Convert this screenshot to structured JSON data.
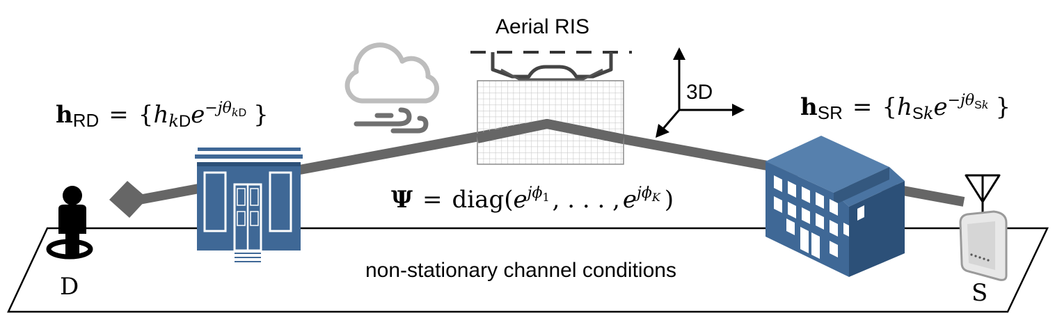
{
  "labels": {
    "aerial_ris": "Aerial RIS",
    "dimension": "3D",
    "destination": "D",
    "source": "S",
    "ground_caption": "non-stationary channel conditions"
  },
  "equations": {
    "h_rd": {
      "bold": "h",
      "sub": "RD",
      "equals": "=",
      "open": "{",
      "h": "h",
      "h_sub_k": "k",
      "h_sub_d": "D",
      "e": "e",
      "exp": "−jθ",
      "exp_sub_k": "k",
      "exp_sub_d": "D",
      "close": "}"
    },
    "h_sr": {
      "bold": "h",
      "sub": "SR",
      "equals": "=",
      "open": "{",
      "h": "h",
      "h_sub_s": "S",
      "h_sub_k": "k",
      "e": "e",
      "exp": "−jθ",
      "exp_sub_s": "S",
      "exp_sub_k": "k",
      "close": "}"
    },
    "psi": {
      "symbol": "Ψ",
      "equals": "=",
      "func": "diag(",
      "e1": "e",
      "e1_exp": "jϕ",
      "e1_sub": "1",
      "dots": ", . . . ,",
      "e2": "e",
      "e2_exp": "jϕ",
      "e2_sub": "K",
      "close": ")"
    }
  },
  "icons": [
    "person-icon",
    "cloud-icon",
    "wind-icon",
    "drone-icon",
    "ris-surface-icon",
    "house-icon",
    "office-building-icon",
    "antenna-icon",
    "access-point-icon",
    "axes-3d-icon"
  ],
  "colors": {
    "building_blue": "#3f6896",
    "building_blue_dark": "#2c5078",
    "building_blue_light": "#5680ad",
    "path_gray": "#666666",
    "cloud_gray": "#bdbdbd",
    "wind_gray": "#707070",
    "ris_grid": "#c9c9c9"
  }
}
